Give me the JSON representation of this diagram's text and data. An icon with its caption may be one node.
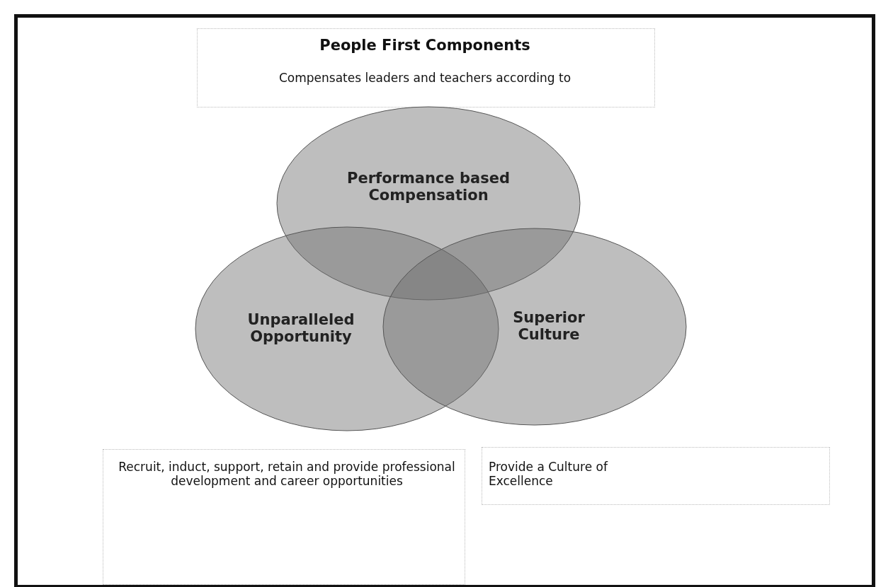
{
  "diagram": {
    "title": "People First Components",
    "nodes": [
      {
        "text": [
          "Performance based Compensation"
        ]
      },
      {
        "text": [
          "Unparalleled Opportunity"
        ]
      },
      {
        "text": [
          "Superior Culture"
        ]
      }
    ],
    "labels": [
      "Compensates leaders and teachers according to",
      "Recruit, induct, support, retain and provide professional development and career opportunities",
      "Provide a Culture of Excellence"
    ]
  }
}
